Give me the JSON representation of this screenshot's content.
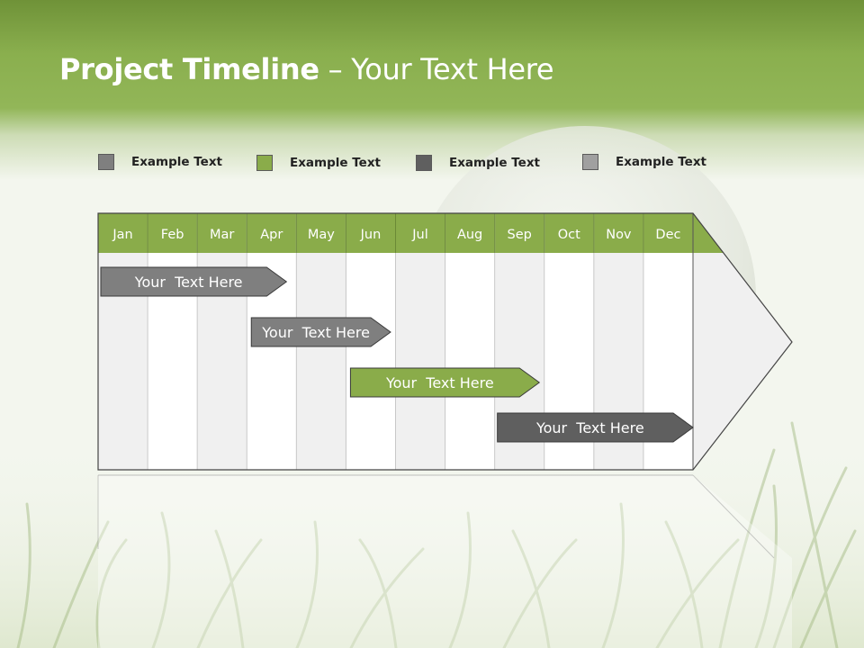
{
  "title": {
    "bold": "Project Timeline",
    "rest": " – Your Text Here"
  },
  "legend": [
    {
      "label": "Example Text",
      "color": "#7f7f7f"
    },
    {
      "label": "Example Text",
      "color": "#8aac4a"
    },
    {
      "label": "Example Text",
      "color": "#5f5f5f"
    },
    {
      "label": "Example Text",
      "color": "#a0a0a0"
    }
  ],
  "months": [
    "Jan",
    "Feb",
    "Mar",
    "Apr",
    "May",
    "Jun",
    "Jul",
    "Aug",
    "Sep",
    "Oct",
    "Nov",
    "Dec"
  ],
  "tasks": [
    {
      "label": "Your  Text Here",
      "start": 0,
      "end": 3.8,
      "color": "#7f7f7f"
    },
    {
      "label": "Your  Text Here",
      "start": 3,
      "end": 5.9,
      "color": "#7f7f7f"
    },
    {
      "label": "Your  Text Here",
      "start": 5,
      "end": 8.9,
      "color": "#8aac4a"
    },
    {
      "label": "Your  Text Here",
      "start": 8,
      "end": 12,
      "color": "#5f5f5f"
    }
  ],
  "colors": {
    "header": "#8aac4a",
    "accent_dark": "#6f9238"
  }
}
